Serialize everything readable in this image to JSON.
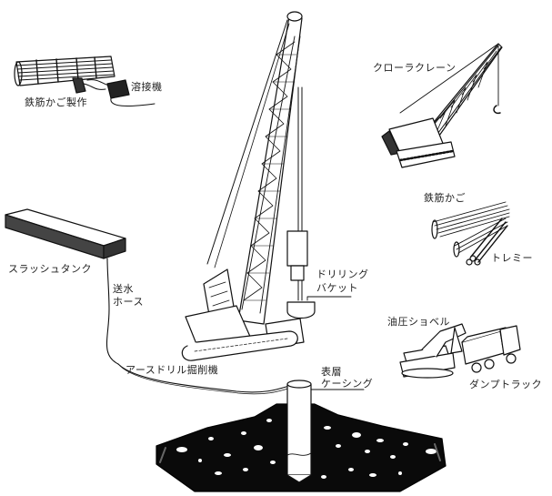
{
  "diagram": {
    "title": "Earth drill construction method equipment layout",
    "labels": {
      "rebar_cage_fabrication": "鉄筋かご製作",
      "welding_machine": "溶接機",
      "crawler_crane": "クローラクレーン",
      "rebar_cage": "鉄筋かご",
      "tremie": "トレミー",
      "slush_tank": "スラッシュタンク",
      "water_hose_line1": "送水",
      "water_hose_line2": "ホース",
      "drilling_bucket_line1": "ドリリング",
      "drilling_bucket_line2": "バケット",
      "hydraulic_shovel": "油圧ショベル",
      "earth_drill_machine": "アースドリル掘削機",
      "surface_casing_line1": "表層",
      "surface_casing_line2": "ケーシング",
      "dump_truck": "ダンプトラック"
    },
    "colors": {
      "ink": "#111111",
      "ground": "#0a0a0a",
      "background": "#ffffff"
    }
  }
}
